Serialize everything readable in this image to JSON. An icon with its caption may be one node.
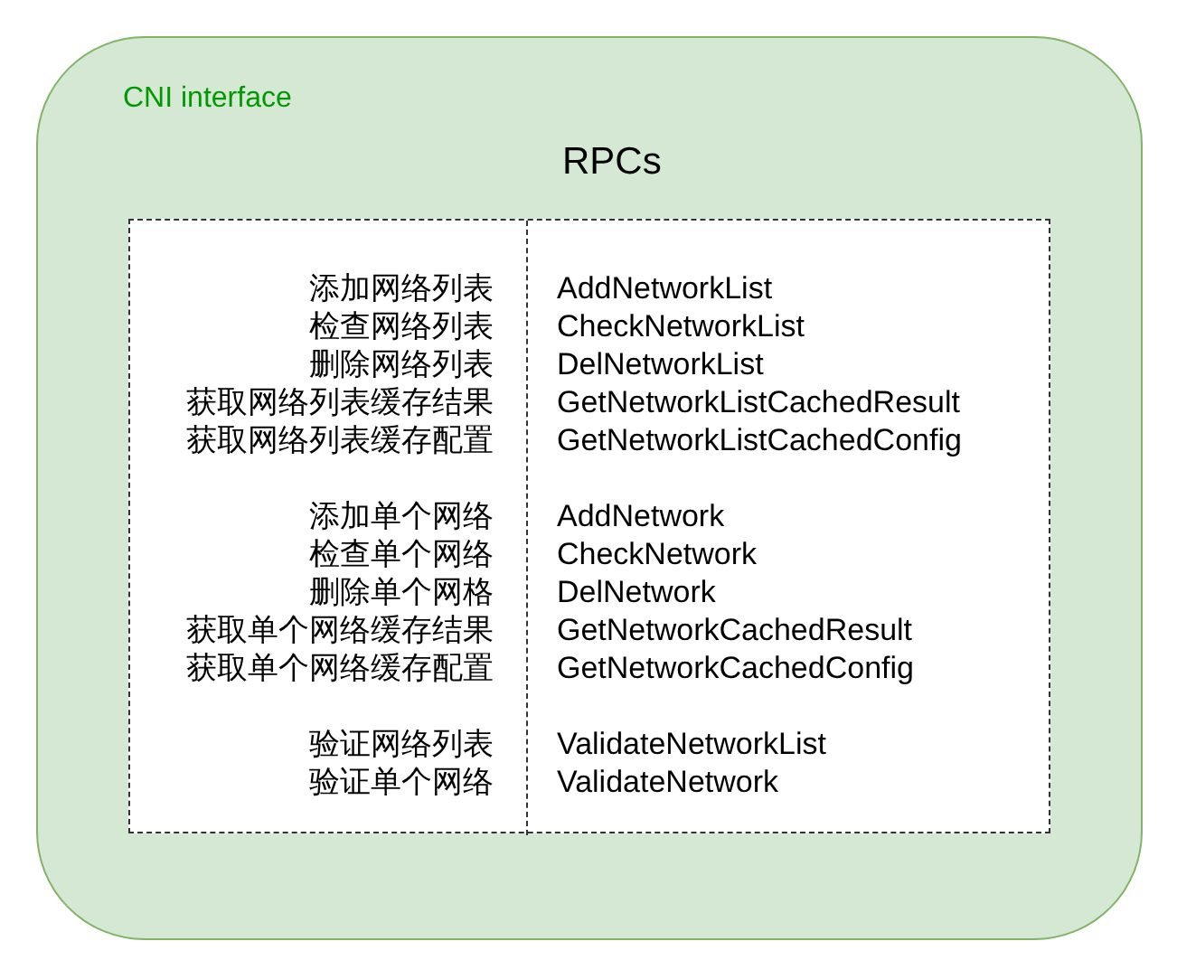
{
  "diagram": {
    "nodes": [
      {
        "text": [
          "CNI interface"
        ]
      },
      {
        "text": [
          "RPCs"
        ],
        "in": 0
      },
      {
        "text": [
          "添加网络列表",
          "检查网络列表",
          "删除网络列表",
          "获取网络列表缓存结果",
          "获取网络列表缓存配置",
          "添加单个网络",
          "检查单个网络",
          "删除单个网格",
          "获取单个网络缓存结果",
          "获取单个网络缓存配置",
          "验证网络列表",
          "验证单个网络"
        ],
        "in": 1
      },
      {
        "text": [
          "AddNetworkList",
          "CheckNetworkList",
          "DelNetworkList",
          "GetNetworkListCachedResult",
          "GetNetworkListCachedConfig",
          "AddNetwork",
          "CheckNetwork",
          "DelNetwork",
          "GetNetworkCachedResult",
          "GetNetworkCachedConfig",
          "ValidateNetworkList",
          "ValidateNetwork"
        ],
        "in": 1
      }
    ],
    "edges": []
  }
}
